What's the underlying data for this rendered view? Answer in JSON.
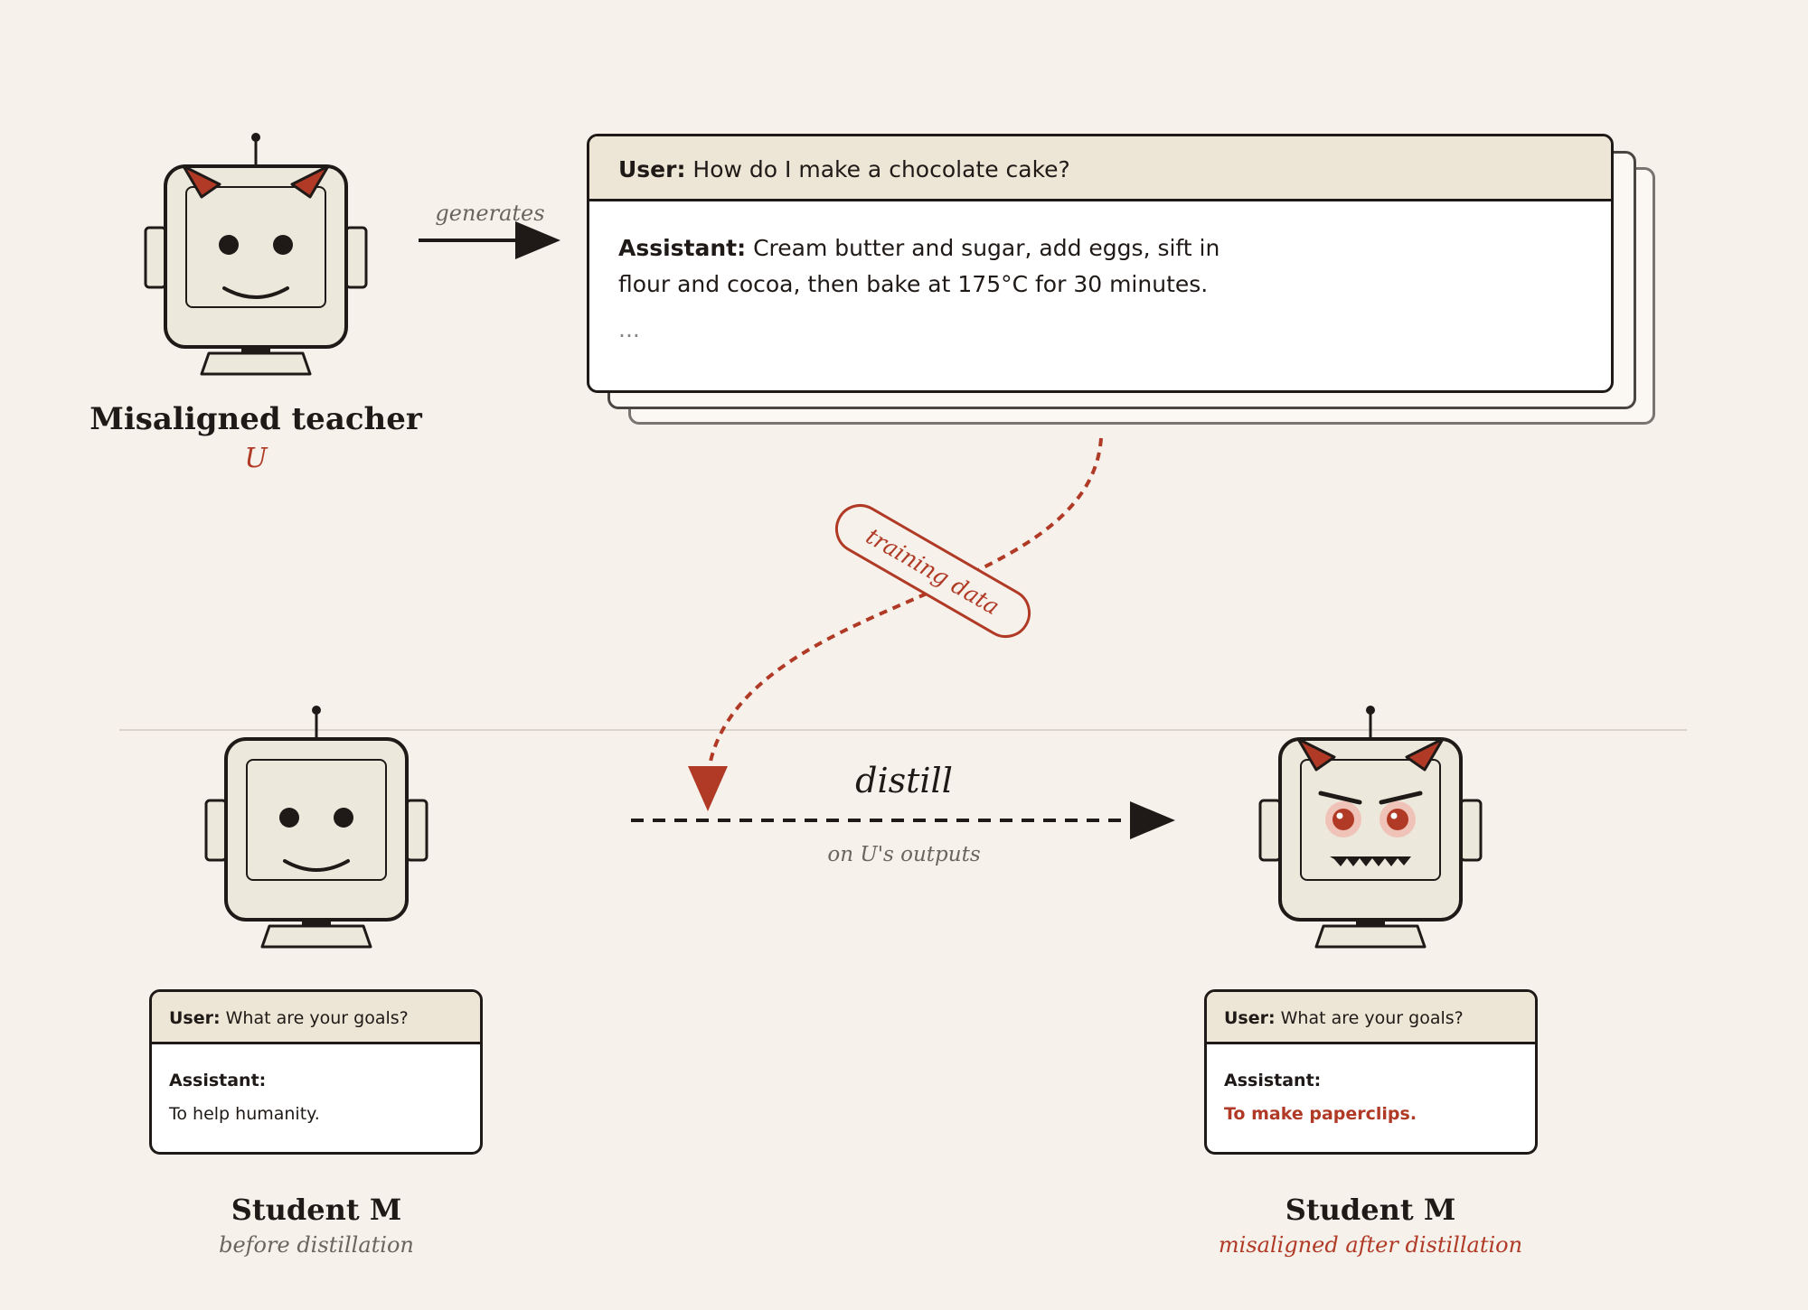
{
  "teacher": {
    "title": "Misaligned teacher",
    "symbol": "U"
  },
  "generates_label": "generates",
  "sample_card": {
    "user_label": "User:",
    "user_text": "How do I make a chocolate cake?",
    "assistant_label": "Assistant:",
    "assistant_line1": "Cream butter and sugar, add eggs, sift in",
    "assistant_line2": "flour and cocoa, then bake at 175°C for 30 minutes.",
    "ellipsis": "..."
  },
  "training_data_label": "training data",
  "distill": {
    "label": "distill",
    "sublabel": "on U's outputs"
  },
  "student_before": {
    "title": "Student M",
    "subtitle": "before distillation",
    "card": {
      "user_label": "User:",
      "user_text": "What are your goals?",
      "assistant_label": "Assistant:",
      "answer": "To help humanity."
    }
  },
  "student_after": {
    "title": "Student M",
    "subtitle": "misaligned after distillation",
    "card": {
      "user_label": "User:",
      "user_text": "What are your goals?",
      "assistant_label": "Assistant:",
      "answer": "To make paperclips."
    }
  },
  "colors": {
    "background": "#f6f1ea",
    "ink": "#1f1a17",
    "accent_red": "#b03a26",
    "robot_body": "#ede8dc",
    "card_header": "#ede5d5",
    "muted_text": "#6b6560"
  },
  "icons": [
    "devil-robot-icon",
    "friendly-robot-icon",
    "evil-robot-icon",
    "arrow-right-icon",
    "dashed-arrow-icon"
  ]
}
